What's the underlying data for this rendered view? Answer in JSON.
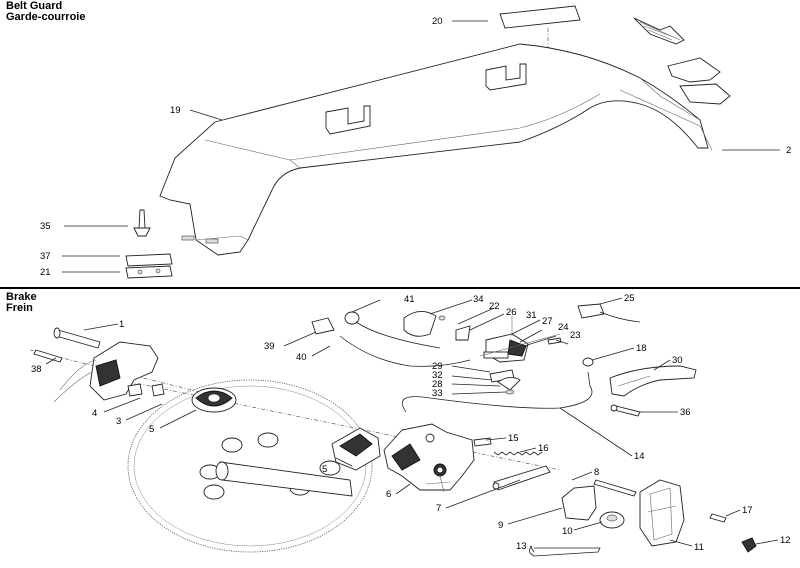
{
  "sections": {
    "belt_guard": {
      "title_en": "Belt Guard",
      "title_fr": "Garde-courroie"
    },
    "brake": {
      "title_en": "Brake",
      "title_fr": "Frein"
    }
  },
  "callouts": {
    "belt_guard": [
      "20",
      "19",
      "2",
      "35",
      "37",
      "21"
    ],
    "brake": [
      "1",
      "38",
      "4",
      "3",
      "5",
      "41",
      "39",
      "40",
      "34",
      "22",
      "26",
      "31",
      "27",
      "24",
      "23",
      "25",
      "18",
      "30",
      "29",
      "32",
      "28",
      "33",
      "15",
      "16",
      "6",
      "5",
      "36",
      "14",
      "8",
      "7",
      "9",
      "10",
      "17",
      "12",
      "13",
      "11"
    ]
  }
}
